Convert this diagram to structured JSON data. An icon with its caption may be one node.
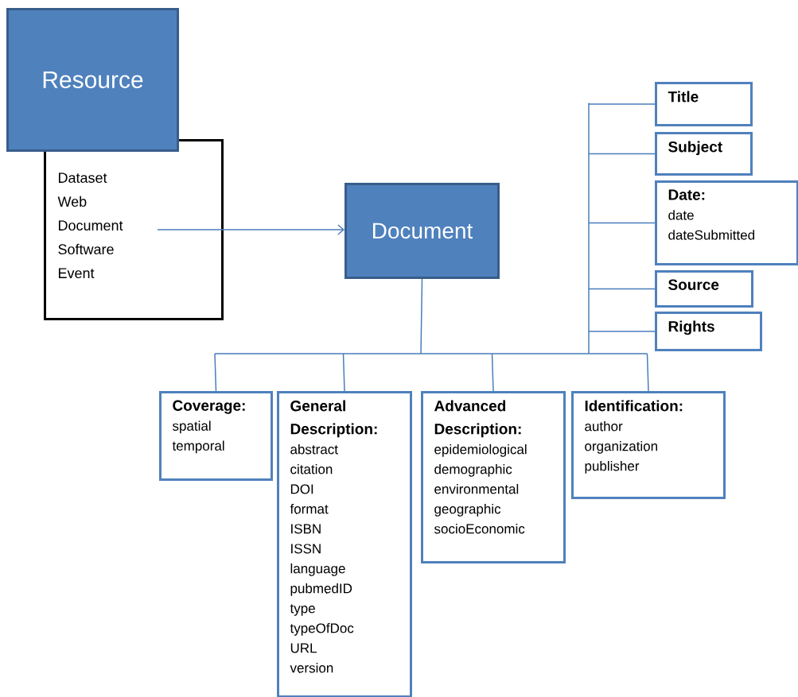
{
  "diagram": {
    "nodes": [
      {
        "text": [
          "Resource"
        ]
      },
      {
        "text": [
          "Dataset",
          "Web",
          "Document",
          "Software",
          "Event"
        ]
      },
      {
        "text": [
          "Document"
        ]
      },
      {
        "text": [
          "Title"
        ]
      },
      {
        "text": [
          "Subject"
        ]
      },
      {
        "text": [
          "Date:",
          "date",
          "dateSubmitted"
        ]
      },
      {
        "text": [
          "Source"
        ]
      },
      {
        "text": [
          "Rights"
        ]
      },
      {
        "text": [
          "Coverage:",
          "spatial",
          "temporal"
        ]
      },
      {
        "text": [
          "General Description:",
          "abstract",
          "citation",
          "DOI",
          "format",
          "ISBN",
          "ISSN",
          "language",
          "pubmedID",
          "type",
          "typeOfDoc",
          "URL",
          "version"
        ]
      },
      {
        "text": [
          "Advanced Description:",
          "epidemiological",
          "demographic",
          "environmental",
          "geographic",
          "socioEconomic"
        ]
      },
      {
        "text": [
          "Identification:",
          "author",
          "organization",
          "publisher"
        ]
      }
    ],
    "edges": [
      {
        "from": 1,
        "to": 2,
        "arrow": "to"
      },
      {
        "from": 2,
        "to": 3,
        "arrow": "none"
      },
      {
        "from": 2,
        "to": 4,
        "arrow": "none"
      },
      {
        "from": 2,
        "to": 5,
        "arrow": "none"
      },
      {
        "from": 2,
        "to": 6,
        "arrow": "none"
      },
      {
        "from": 2,
        "to": 7,
        "arrow": "none"
      },
      {
        "from": 2,
        "to": 8,
        "arrow": "none"
      },
      {
        "from": 2,
        "to": 9,
        "arrow": "none"
      },
      {
        "from": 2,
        "to": 10,
        "arrow": "none"
      },
      {
        "from": 2,
        "to": 11,
        "arrow": "none"
      }
    ]
  }
}
